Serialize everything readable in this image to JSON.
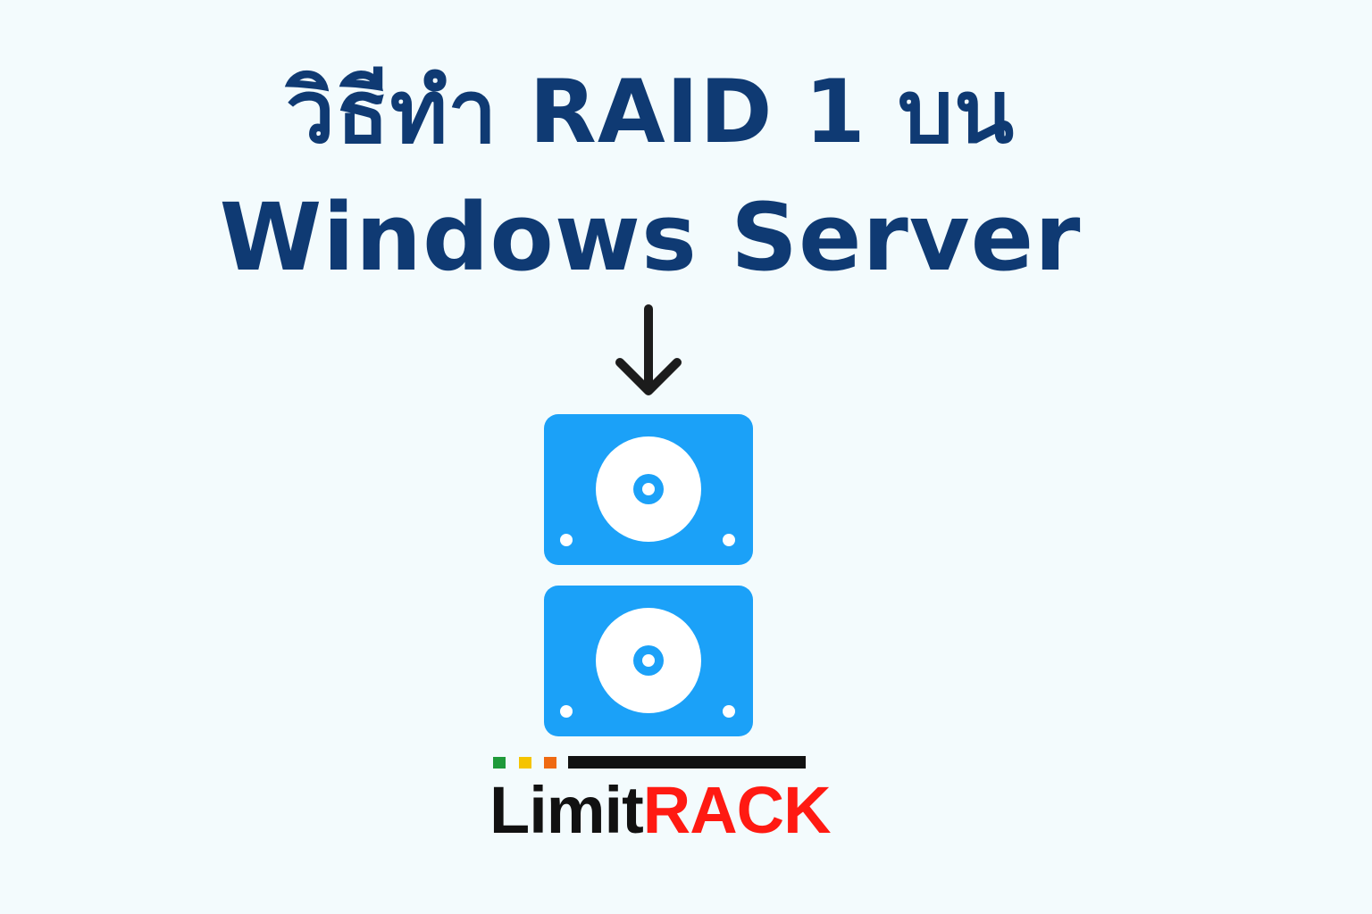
{
  "title": {
    "line1": "วิธีทำ RAID 1 บน",
    "line2": "Windows Server",
    "color": "#0f3a73"
  },
  "illustration": {
    "arrow_icon": "arrow-down-icon",
    "disk_icon": "hard-disk-icon",
    "disk_color": "#1ba1f8",
    "disk_count": 2
  },
  "logo": {
    "part1": "Limit",
    "part2": "RACK",
    "part1_color": "#111111",
    "part2_color": "#ff1a12",
    "square_colors": [
      "#1f9a3a",
      "#f5c400",
      "#ef6a12"
    ]
  }
}
